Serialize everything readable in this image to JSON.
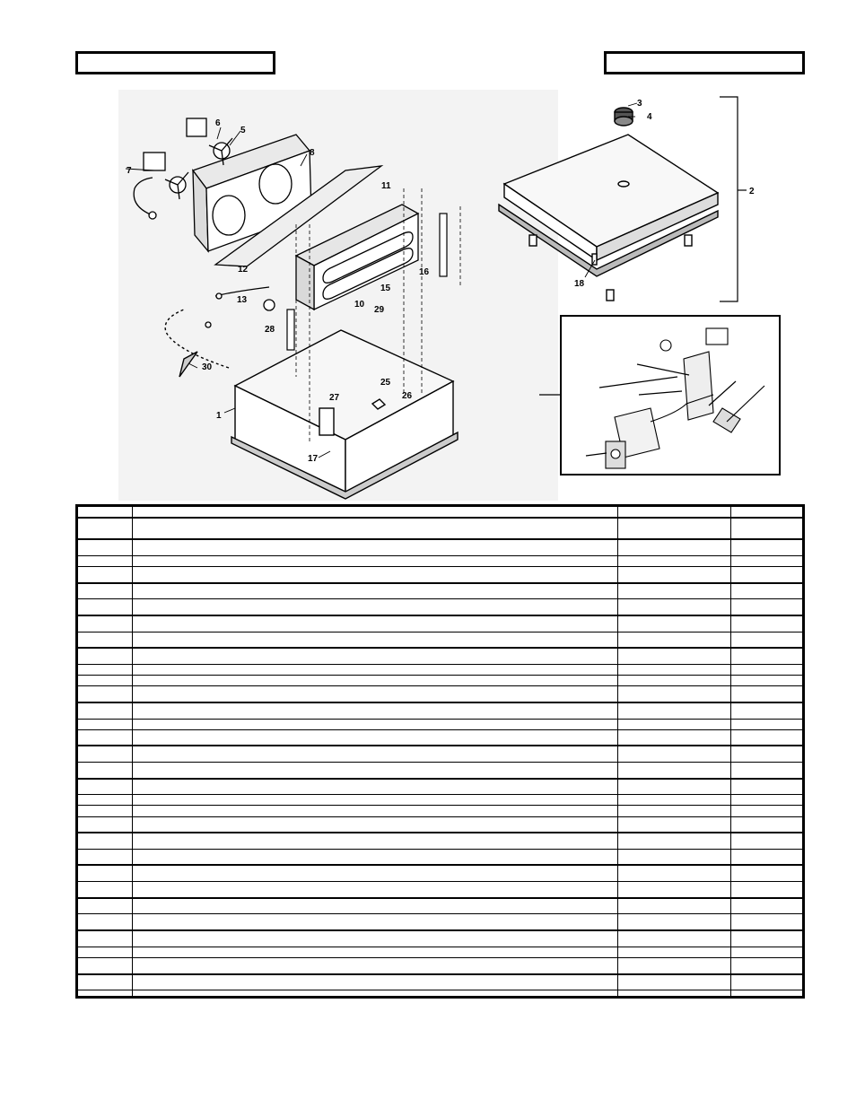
{
  "header": {
    "left_title": "",
    "right_title": ""
  },
  "figure": {
    "callouts": [
      "1",
      "2",
      "3",
      "4",
      "5",
      "6",
      "7",
      "8",
      "10",
      "11",
      "12",
      "13",
      "15",
      "16",
      "17",
      "18",
      "25",
      "26",
      "27",
      "28",
      "29",
      "30"
    ]
  },
  "parts_table": {
    "columns": [
      "",
      "",
      "",
      ""
    ],
    "row_count": 33
  }
}
